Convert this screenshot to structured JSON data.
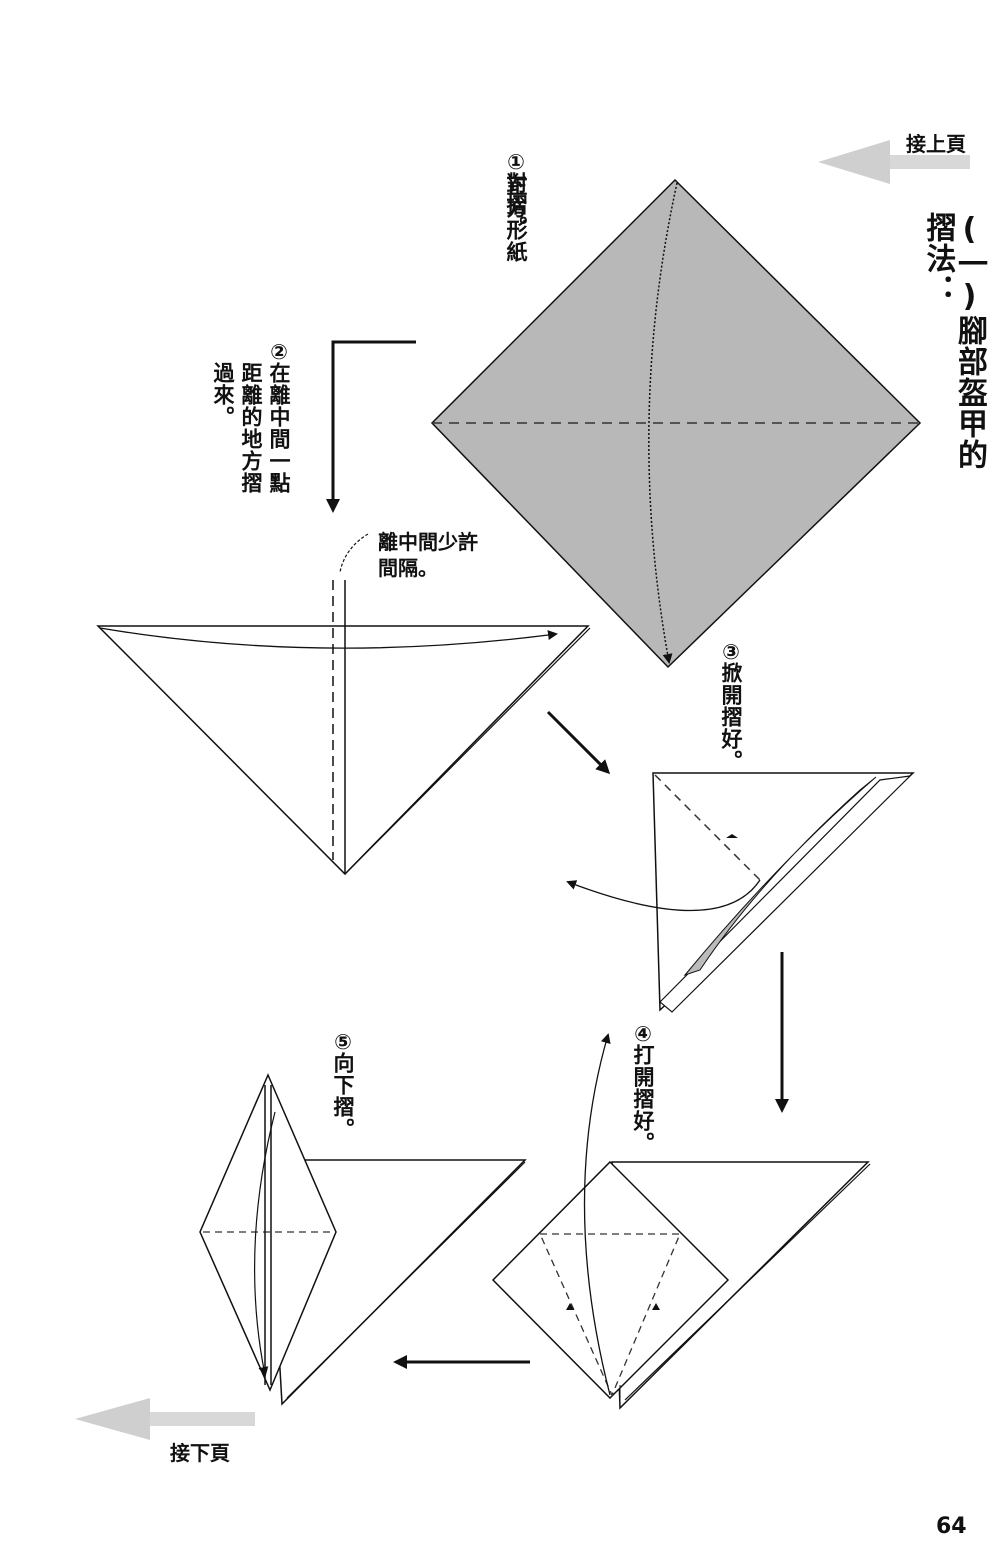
{
  "nav": {
    "prev_page": "接上頁",
    "next_page": "接下頁"
  },
  "section_title": "(一)腳部盔甲的摺法：",
  "steps": [
    {
      "number": "①",
      "lines": [
        "正方形紙",
        "對摺。"
      ]
    },
    {
      "number": "②",
      "lines": [
        "在離中間一點",
        "距離的地方摺",
        "過來。"
      ]
    },
    {
      "number": "③",
      "lines": [
        "掀開摺好。"
      ]
    },
    {
      "number": "④",
      "lines": [
        "打開摺好。"
      ]
    },
    {
      "number": "⑤",
      "lines": [
        "向下摺。"
      ]
    }
  ],
  "annotation": {
    "line1": "離中間少許",
    "line2": "間隔。"
  },
  "page_number": "64",
  "colors": {
    "paper_colored": "#b8b8b8",
    "line": "#111111",
    "nav_arrow": "#d2d2d2"
  }
}
